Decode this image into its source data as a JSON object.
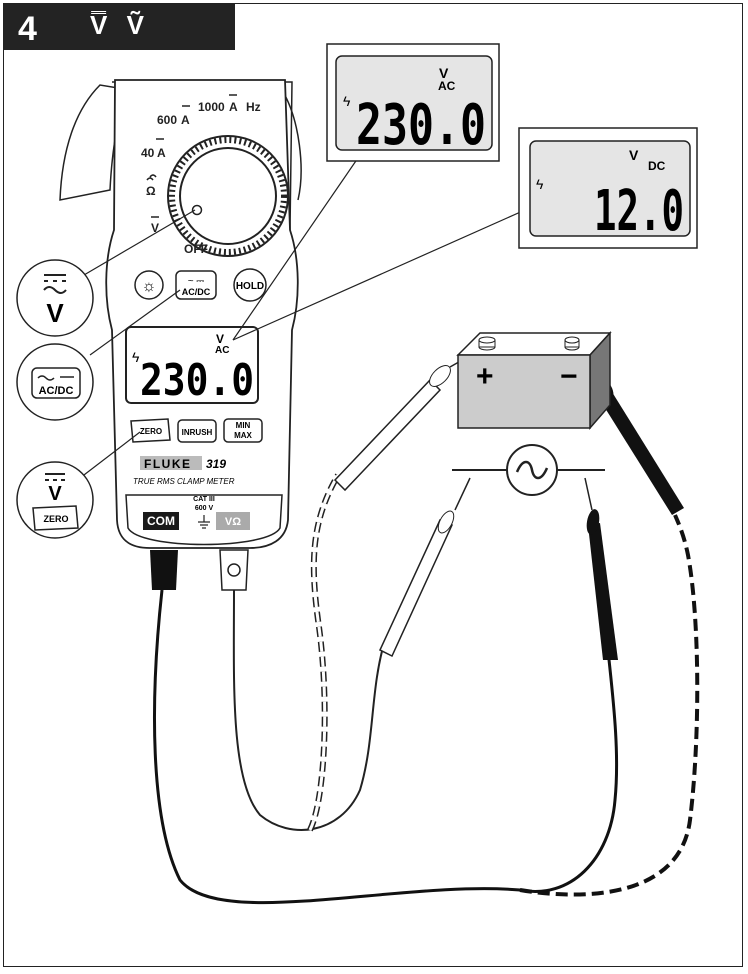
{
  "header": {
    "figure_number": "4",
    "mode_symbols": "V̿ Ṽ"
  },
  "meter": {
    "brand": "FLUKE",
    "model": "319",
    "subtitle": "TRUE RMS CLAMP METER",
    "dial_labels": {
      "off": "OFF",
      "a600": "600",
      "a1000": "1000",
      "hz": "Hz",
      "a40": "40",
      "ohm": "Ω",
      "v": "V",
      "a_unit": "A"
    },
    "buttons": {
      "backlight": "☼",
      "acdc_top": "~ ⎓",
      "acdc": "AC/DC",
      "hold": "HOLD",
      "zero": "ZERO",
      "inrush": "INRUSH",
      "minmax_1": "MIN",
      "minmax_2": "MAX"
    },
    "display": {
      "value": "230.0",
      "unit": "V",
      "mode": "AC"
    },
    "jacks": {
      "com": "COM",
      "cat_1": "CAT III",
      "cat_2": "600 V",
      "vohm": "VΩ"
    }
  },
  "callouts": {
    "display_ac": {
      "value": "230.0",
      "unit": "V",
      "mode": "AC"
    },
    "display_dc": {
      "value": "12.0",
      "unit": "V",
      "mode": "DC"
    },
    "dial_v": "V",
    "acdc_label": "AC/DC",
    "zero_v": "V",
    "zero_label": "ZERO"
  },
  "battery": {
    "plus": "+",
    "minus": "−"
  },
  "ac_source_symbol": "~"
}
